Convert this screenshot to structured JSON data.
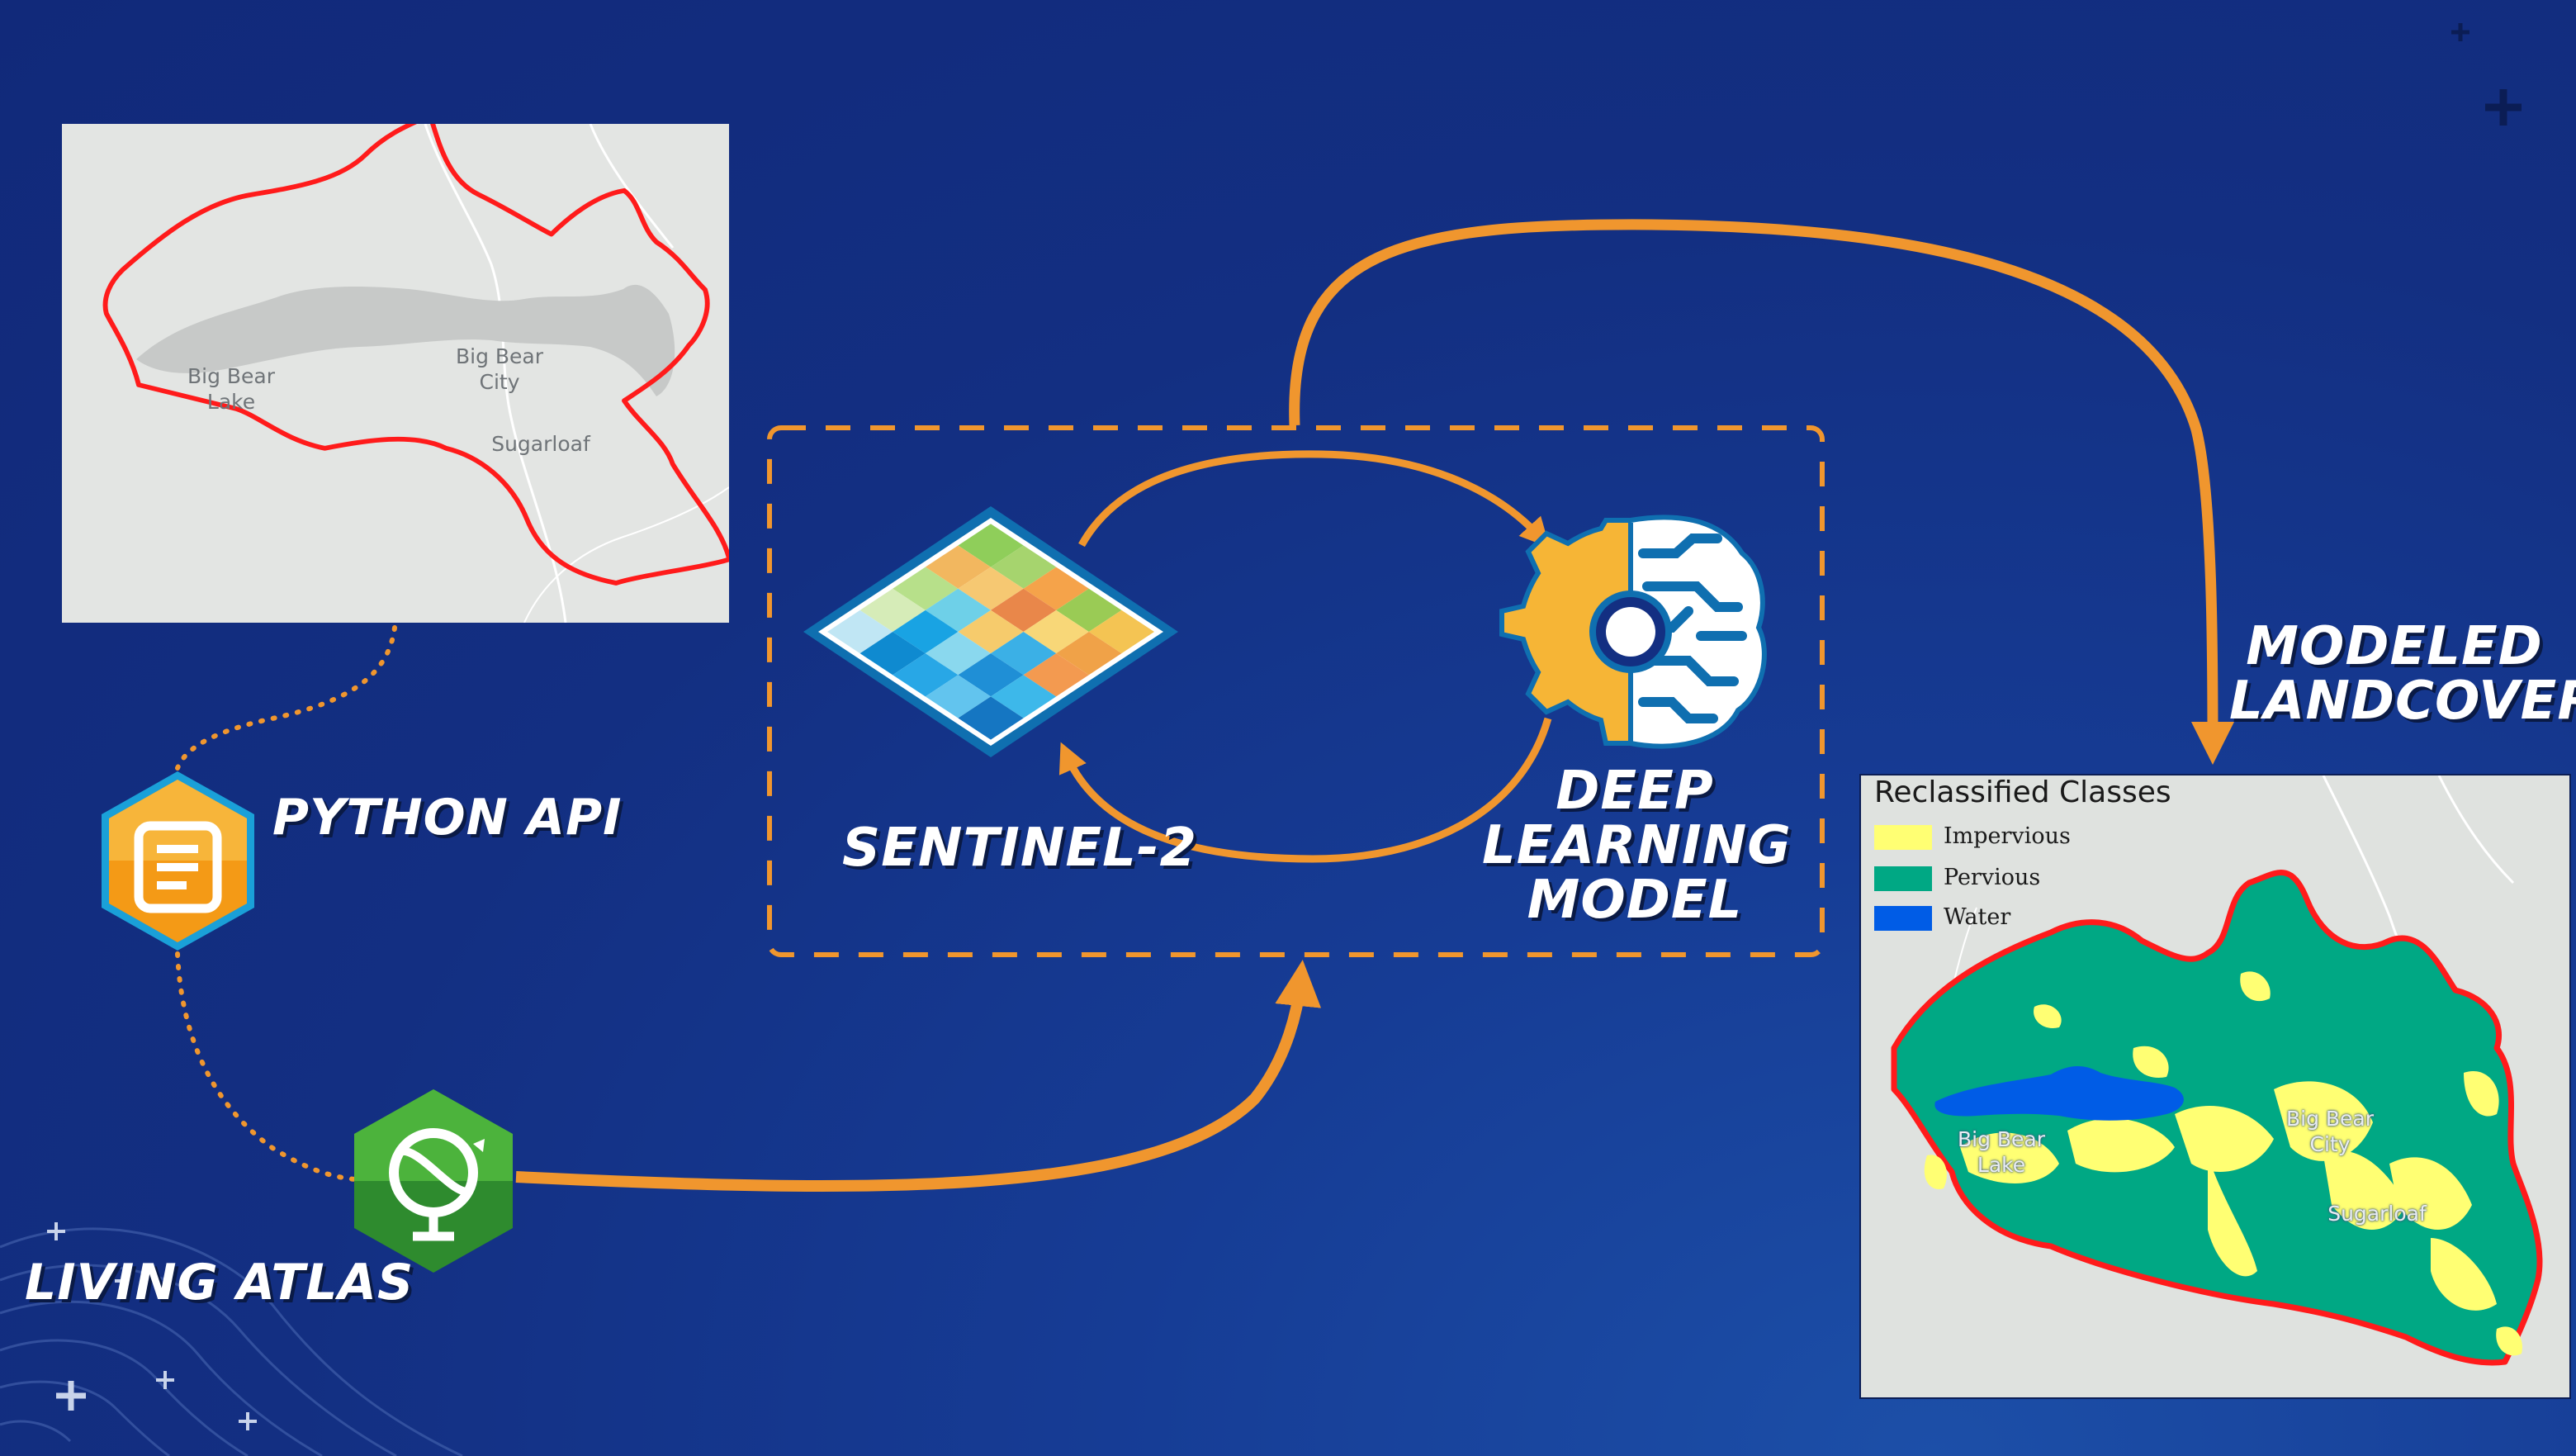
{
  "labels": {
    "python_api": "PYTHON API",
    "living_atlas": "LIVING ATLAS",
    "sentinel": "SENTINEL-2",
    "deep_learning": "DEEP\nLEARNING\nMODEL",
    "modeled_landcover": "MODELED\nLANDCOVER"
  },
  "input_map": {
    "places": [
      "Big Bear\nLake",
      "Big Bear\nCity",
      "Sugarloaf"
    ]
  },
  "output_map": {
    "legend_title": "Reclassified Classes",
    "legend": [
      {
        "label": "Impervious",
        "color": "#ffff73"
      },
      {
        "label": "Pervious",
        "color": "#00a884"
      },
      {
        "label": "Water",
        "color": "#005ce6"
      }
    ],
    "places": [
      "Big Bear\nLake",
      "Big Bear\nCity",
      "Sugarloaf"
    ]
  },
  "colors": {
    "background": "#132f82",
    "arrow": "#f0962e",
    "boundary": "#e8151b",
    "python_icon": "#f5a623",
    "atlas_icon": "#3fa534"
  },
  "icons": [
    "python-api-icon",
    "living-atlas-icon",
    "sentinel-imagery-icon",
    "deep-learning-brain-gear-icon"
  ]
}
